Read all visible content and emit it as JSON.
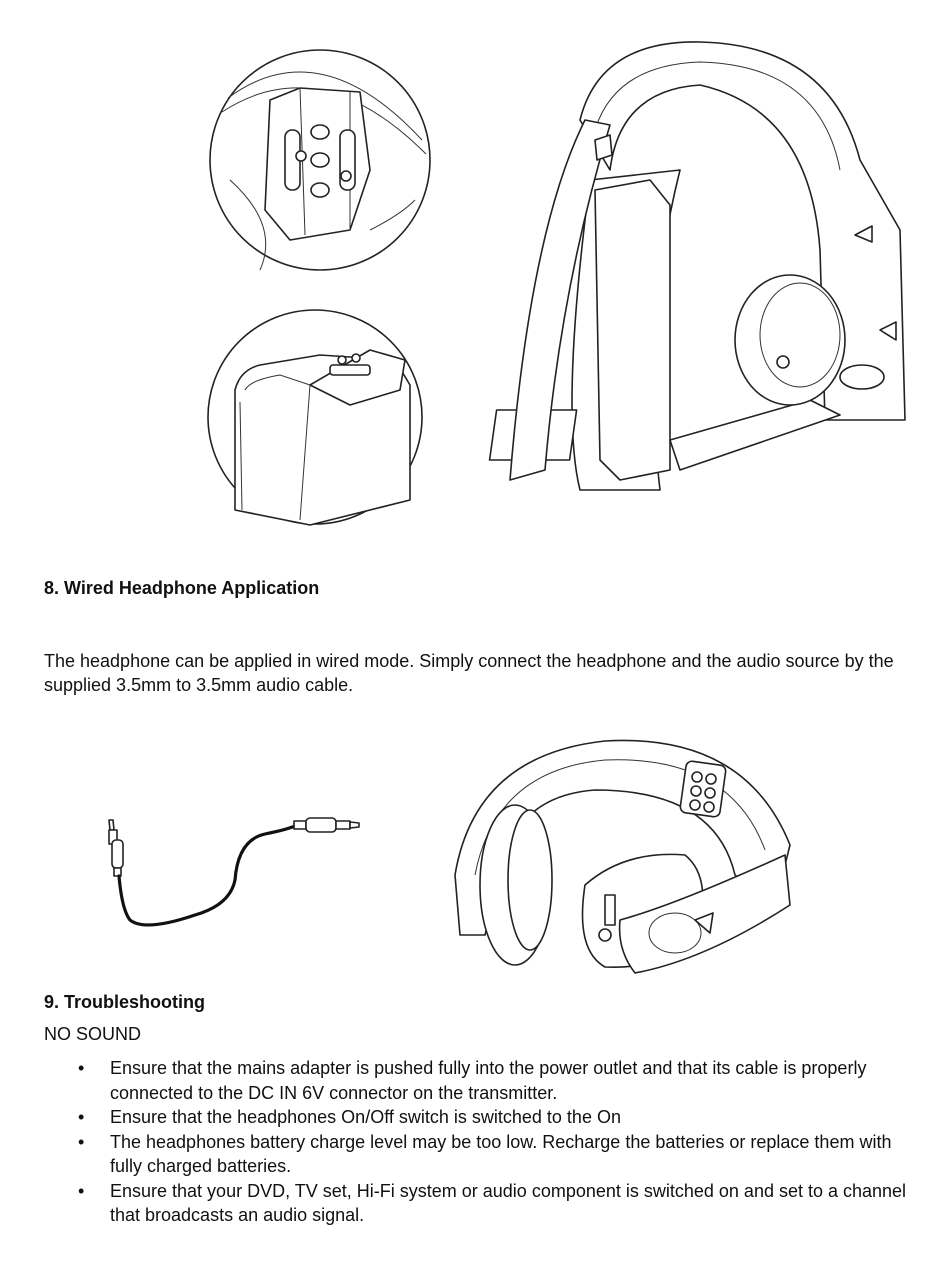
{
  "section8": {
    "heading": "8. Wired Headphone Application",
    "body": "The headphone can be applied in wired mode. Simply connect the headphone and the audio source by the supplied 3.5mm to 3.5mm audio cable."
  },
  "section9": {
    "heading": "9. Troubleshooting",
    "subheading": "NO SOUND",
    "bullet_symbol": "•",
    "items": [
      "Ensure that the mains adapter is pushed fully into the power outlet and that its cable is properly connected to the DC IN 6V connector on the transmitter.",
      "Ensure that the headphones On/Off switch is switched to the On",
      "The headphones battery charge level may be too low. Recharge the batteries or replace them with fully charged batteries.",
      "Ensure that your DVD, TV set, Hi-Fi system or audio component is switched on and set to a channel that broadcasts an audio signal."
    ]
  }
}
